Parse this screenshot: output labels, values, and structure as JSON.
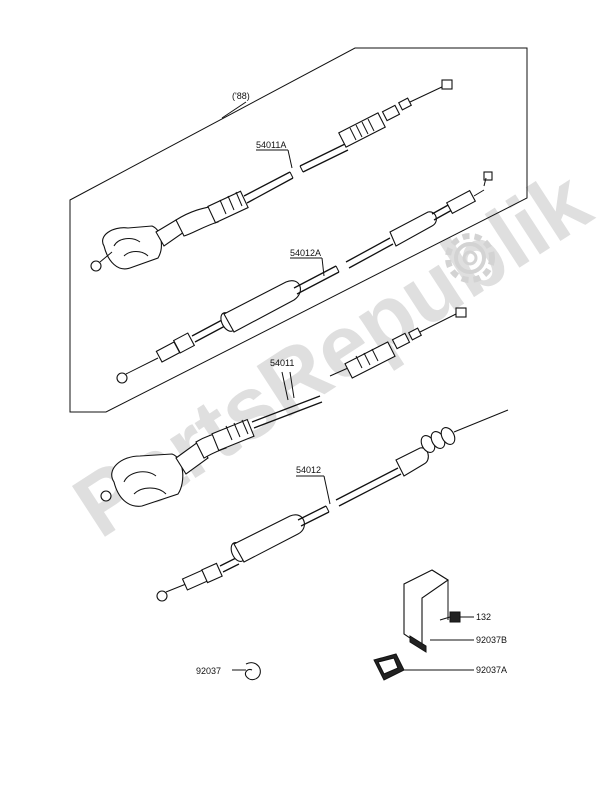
{
  "diagram": {
    "watermark": "PartsRepublik",
    "callouts": {
      "year": "('88)",
      "p54011A": "54011A",
      "p54012A": "54012A",
      "p54011": "54011",
      "p54012": "54012",
      "p92037": "92037",
      "p132": "132",
      "p92037B": "92037B",
      "p92037A": "92037A"
    }
  }
}
